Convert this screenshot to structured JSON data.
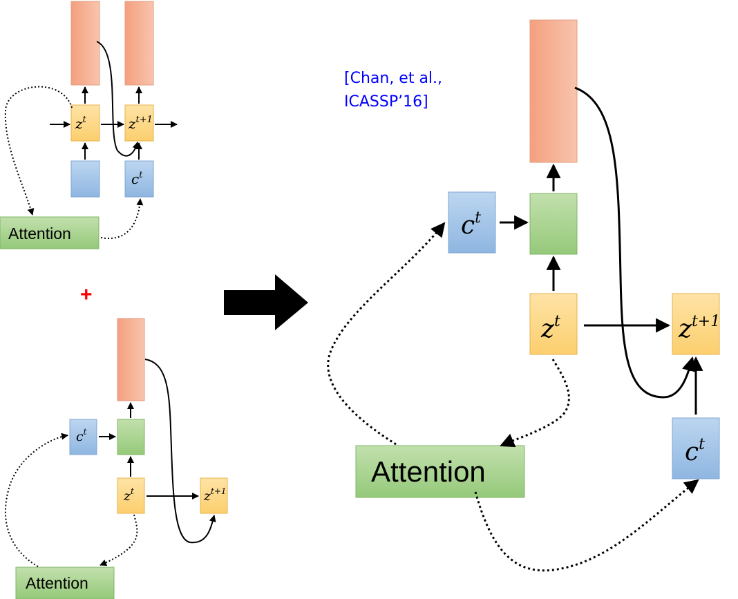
{
  "citation": {
    "line1": "[Chan, et al.,",
    "line2": "ICASSP’16]"
  },
  "plus_sign": "+",
  "colors": {
    "output": "#f4a583",
    "state": "#fdd68a",
    "context": "#9dc3e6",
    "attention": "#a9d18e",
    "citation": "#0000ff",
    "plus": "#ff0000"
  },
  "top_left": {
    "state_current": "z",
    "state_current_sup": "t",
    "state_next": "z",
    "state_next_sup": "t+1",
    "context": "c",
    "context_sup": "t",
    "attention": "Attention"
  },
  "bottom_left": {
    "context": "c",
    "context_sup": "t",
    "state_current": "z",
    "state_current_sup": "t",
    "state_next": "z",
    "state_next_sup": "t+1",
    "attention": "Attention"
  },
  "right": {
    "context_top": "c",
    "context_top_sup": "t",
    "state_current": "z",
    "state_current_sup": "t",
    "state_next": "z",
    "state_next_sup": "t+1",
    "context_bottom": "c",
    "context_bottom_sup": "t",
    "attention": "Attention"
  }
}
